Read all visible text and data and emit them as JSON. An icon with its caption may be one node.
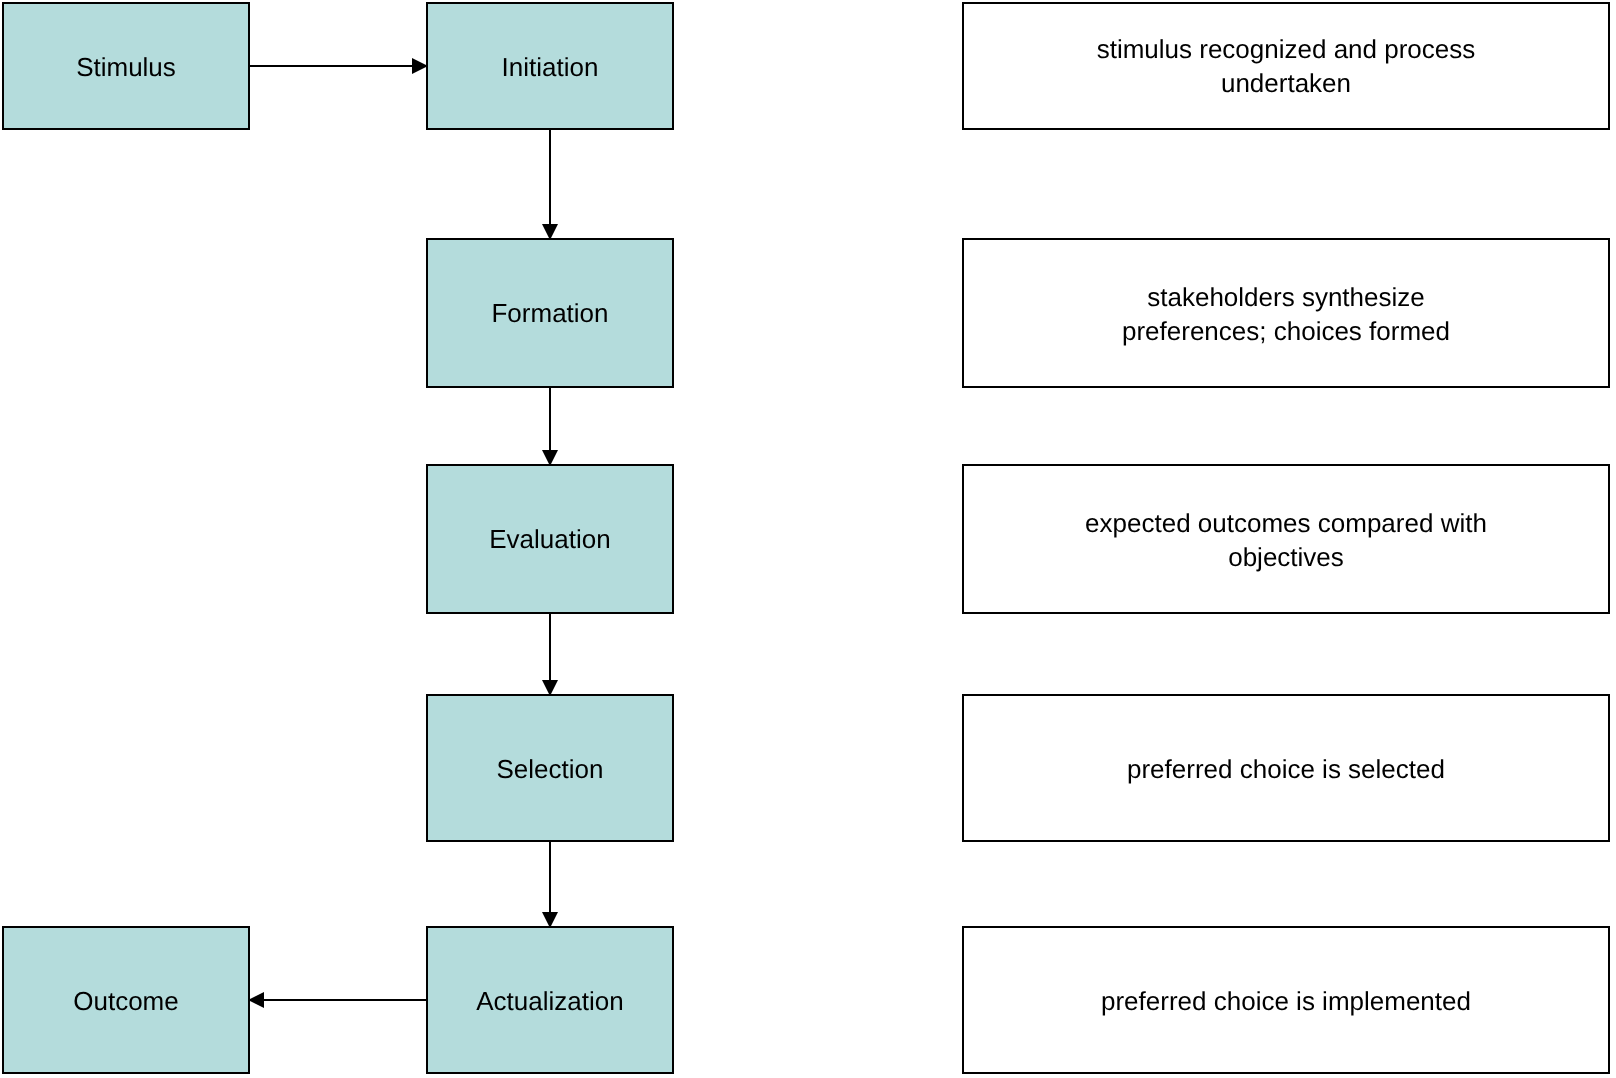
{
  "diagram": {
    "nodes": [
      {
        "text": [
          "Stimulus"
        ]
      },
      {
        "text": [
          "Initiation"
        ]
      },
      {
        "text": [
          "Formation"
        ]
      },
      {
        "text": [
          "Evaluation"
        ]
      },
      {
        "text": [
          "Selection"
        ]
      },
      {
        "text": [
          "Actualization"
        ]
      },
      {
        "text": [
          "Outcome"
        ]
      },
      {
        "text": [
          "stimulus recognized and process undertaken"
        ]
      },
      {
        "text": [
          "stakeholders synthesize preferences; choices formed"
        ]
      },
      {
        "text": [
          "expected outcomes compared with objectives"
        ]
      },
      {
        "text": [
          "preferred choice is selected"
        ]
      },
      {
        "text": [
          "preferred choice is implemented"
        ]
      }
    ],
    "edges": [
      {
        "from": 0,
        "to": 1,
        "arrow": "to"
      },
      {
        "from": 1,
        "to": 2,
        "arrow": "to"
      },
      {
        "from": 2,
        "to": 3,
        "arrow": "to"
      },
      {
        "from": 3,
        "to": 4,
        "arrow": "to"
      },
      {
        "from": 4,
        "to": 5,
        "arrow": "to"
      },
      {
        "from": 5,
        "to": 6,
        "arrow": "to"
      }
    ]
  }
}
